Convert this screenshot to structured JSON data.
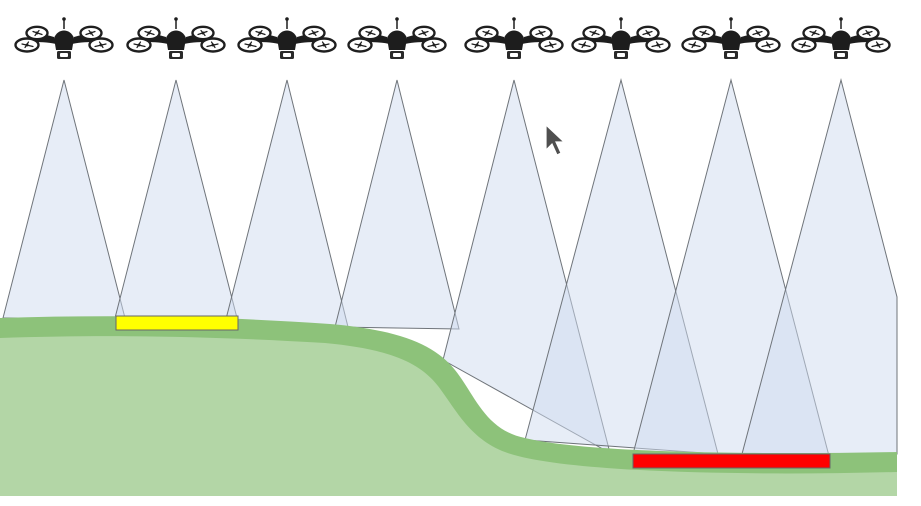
{
  "scene": {
    "drone_count": 8,
    "drone_icon": "quadcopter-icon",
    "cursor_icon": "mouse-pointer-icon"
  },
  "colors": {
    "background": "#ffffff",
    "cone_fill": "#cfdcef",
    "cone_stroke": "#6f747a",
    "terrain_fill": "#b3d6a6",
    "terrain_outline": "#8dc27a",
    "drone": "#1d1d1d",
    "footprint_yellow": "#ffff00",
    "footprint_red": "#ff0000",
    "cursor": "#4f4f4f"
  },
  "footprints": [
    {
      "name": "yellow-footprint",
      "color": "#ffff00"
    },
    {
      "name": "red-footprint",
      "color": "#ff0000"
    }
  ]
}
